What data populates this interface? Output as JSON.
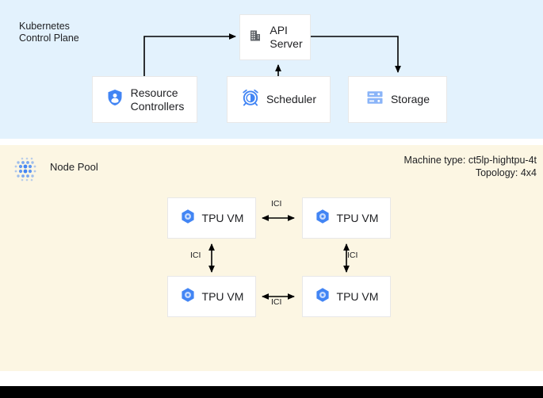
{
  "control_plane": {
    "label": "Kubernetes\nControl Plane",
    "background": "#e3f2fd",
    "nodes": [
      {
        "id": "api-server",
        "label": "API\nServer",
        "icon": "building-icon"
      },
      {
        "id": "resource-controllers",
        "label": "Resource\nControllers",
        "icon": "shield-person-icon"
      },
      {
        "id": "scheduler",
        "label": "Scheduler",
        "icon": "alarm-clock-icon"
      },
      {
        "id": "storage",
        "label": "Storage",
        "icon": "server-rack-icon"
      }
    ],
    "connections": [
      {
        "from": "resource-controllers",
        "to": "api-server",
        "style": "elbow-up-right-arrow"
      },
      {
        "from": "scheduler",
        "to": "api-server",
        "style": "straight-up-arrow"
      },
      {
        "from": "api-server",
        "to": "storage",
        "style": "elbow-right-down-arrow"
      }
    ]
  },
  "node_pool": {
    "label": "Node Pool",
    "icon": "dot-matrix-icon",
    "background": "#fcf6e3",
    "machine_type": "Machine type: ct5lp-hightpu-4t",
    "topology": "Topology: 4x4",
    "vms": [
      {
        "id": "tpu-vm-0",
        "label": "TPU VM",
        "icon": "tpu-hex-icon"
      },
      {
        "id": "tpu-vm-1",
        "label": "TPU VM",
        "icon": "tpu-hex-icon"
      },
      {
        "id": "tpu-vm-2",
        "label": "TPU VM",
        "icon": "tpu-hex-icon"
      },
      {
        "id": "tpu-vm-3",
        "label": "TPU VM",
        "icon": "tpu-hex-icon"
      }
    ],
    "links": [
      {
        "id": "ici-top",
        "label": "ICI",
        "between": [
          "tpu-vm-0",
          "tpu-vm-1"
        ],
        "direction": "bidirectional-horizontal"
      },
      {
        "id": "ici-left",
        "label": "ICI",
        "between": [
          "tpu-vm-0",
          "tpu-vm-2"
        ],
        "direction": "bidirectional-vertical"
      },
      {
        "id": "ici-right",
        "label": "ICI",
        "between": [
          "tpu-vm-1",
          "tpu-vm-3"
        ],
        "direction": "bidirectional-vertical"
      },
      {
        "id": "ici-bottom",
        "label": "ICI",
        "between": [
          "tpu-vm-2",
          "tpu-vm-3"
        ],
        "direction": "bidirectional-horizontal"
      }
    ]
  },
  "colors": {
    "control_plane_bg": "#e3f2fd",
    "node_pool_bg": "#fcf6e3",
    "accent_blue": "#4285f4",
    "icon_gray": "#5f6368",
    "text": "#202124",
    "bottom_bar": "#000000"
  }
}
